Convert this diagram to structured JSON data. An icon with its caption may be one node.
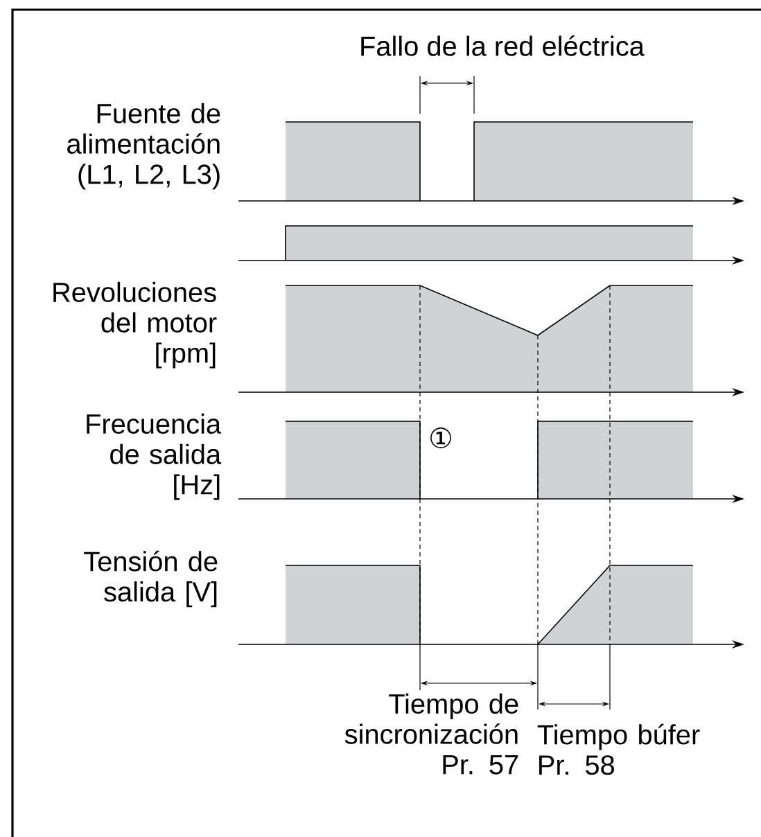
{
  "diagram": {
    "labels": [
      "Fallo de la red eléctrica",
      "Fuente de alimentación (L1, L2, L3)",
      "Revoluciones del motor [rpm]",
      "Frecuencia de salida [Hz]",
      "①",
      "Tensión de salida [V]",
      "Tiempo de sincronización Pr. 57",
      "Tiempo búfer Pr. 58"
    ]
  }
}
